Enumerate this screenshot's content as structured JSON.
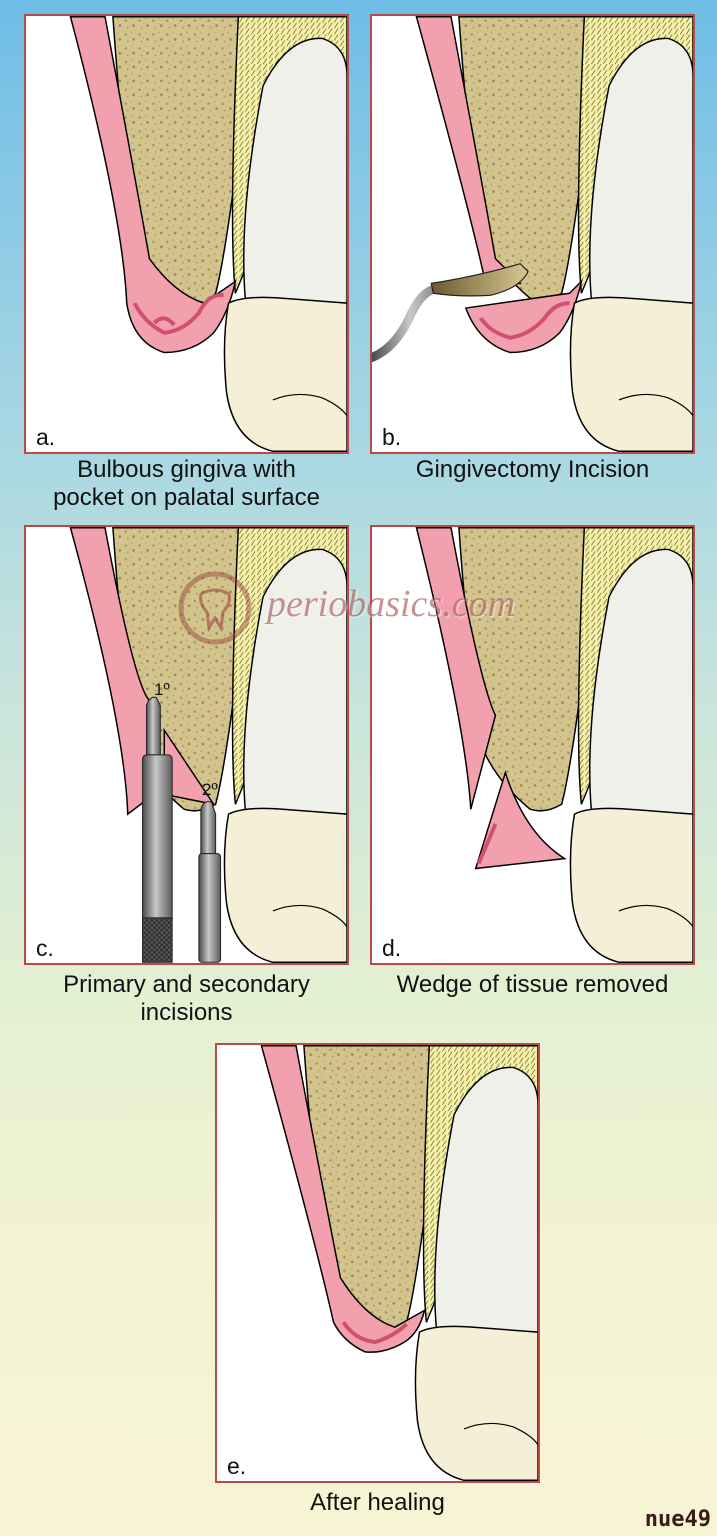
{
  "panels": [
    {
      "label": "a.",
      "caption_lines": [
        "Bulbous gingiva with",
        "pocket on palatal surface"
      ]
    },
    {
      "label": "b.",
      "caption_lines": [
        "Gingivectomy Incision"
      ]
    },
    {
      "label": "c.",
      "caption_lines": [
        "Primary and secondary",
        "incisions"
      ],
      "markers": [
        "1º",
        "2º"
      ]
    },
    {
      "label": "d.",
      "caption_lines": [
        "Wedge of tissue removed"
      ]
    },
    {
      "label": "e.",
      "caption_lines": [
        "After healing"
      ]
    }
  ],
  "watermark": "periobasics.com",
  "signature": "nue49",
  "colors": {
    "gingiva": "#f2a0ae",
    "gingiva_dark": "#e0707f",
    "bone": "#d4c48a",
    "enamel_root": "#f0f0ea",
    "crown": "#f6efd8",
    "pdl": "#f5ee98",
    "border": "#b84a4a",
    "instrument": "#7a7a7a"
  }
}
